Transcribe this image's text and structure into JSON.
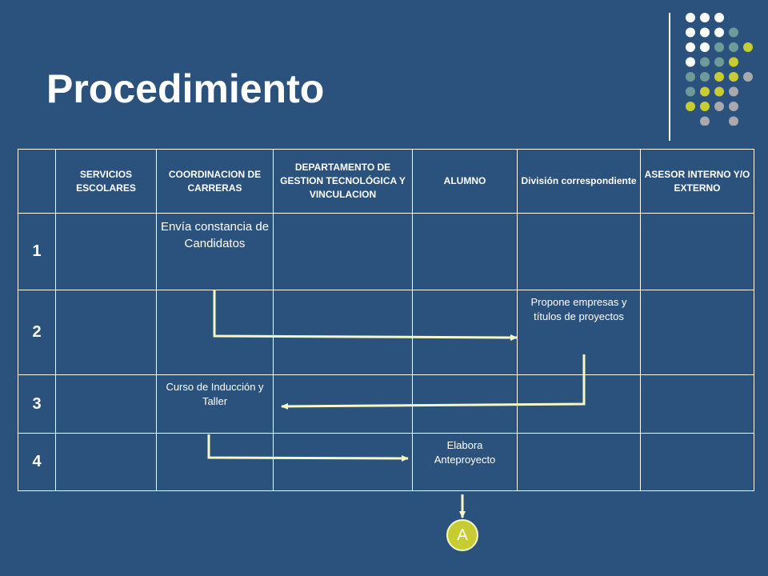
{
  "title": "Procedimiento",
  "table": {
    "headers": [
      "",
      "SERVICIOS ESCOLARES",
      "COORDINACION DE CARRERAS",
      "DEPARTAMENTO DE GESTION TECNOLÓGICA Y VINCULACION",
      "ALUMNO",
      "División correspondiente",
      "ASESOR INTERNO Y/O EXTERNO"
    ],
    "rows": [
      {
        "num": "1",
        "cells": [
          "",
          "Envía constancia de Candidatos",
          "",
          "",
          "",
          ""
        ]
      },
      {
        "num": "2",
        "cells": [
          "",
          "",
          "",
          "",
          "Propone empresas y títulos de proyectos",
          ""
        ]
      },
      {
        "num": "3",
        "cells": [
          "",
          "Curso de Inducción y Taller",
          "",
          "",
          "",
          ""
        ]
      },
      {
        "num": "4",
        "cells": [
          "",
          "",
          "",
          "Elabora Anteproyecto",
          "",
          ""
        ]
      }
    ]
  },
  "connector": {
    "label": "A"
  },
  "colors": {
    "background": "#2b527c",
    "arrow": "#f4f7c8",
    "connector_fill": "#c6cc32",
    "dot_white": "#ffffff",
    "dot_teal": "#6f9a9a",
    "dot_yellow": "#c6cc32",
    "dot_gray": "#a8a8ad"
  }
}
